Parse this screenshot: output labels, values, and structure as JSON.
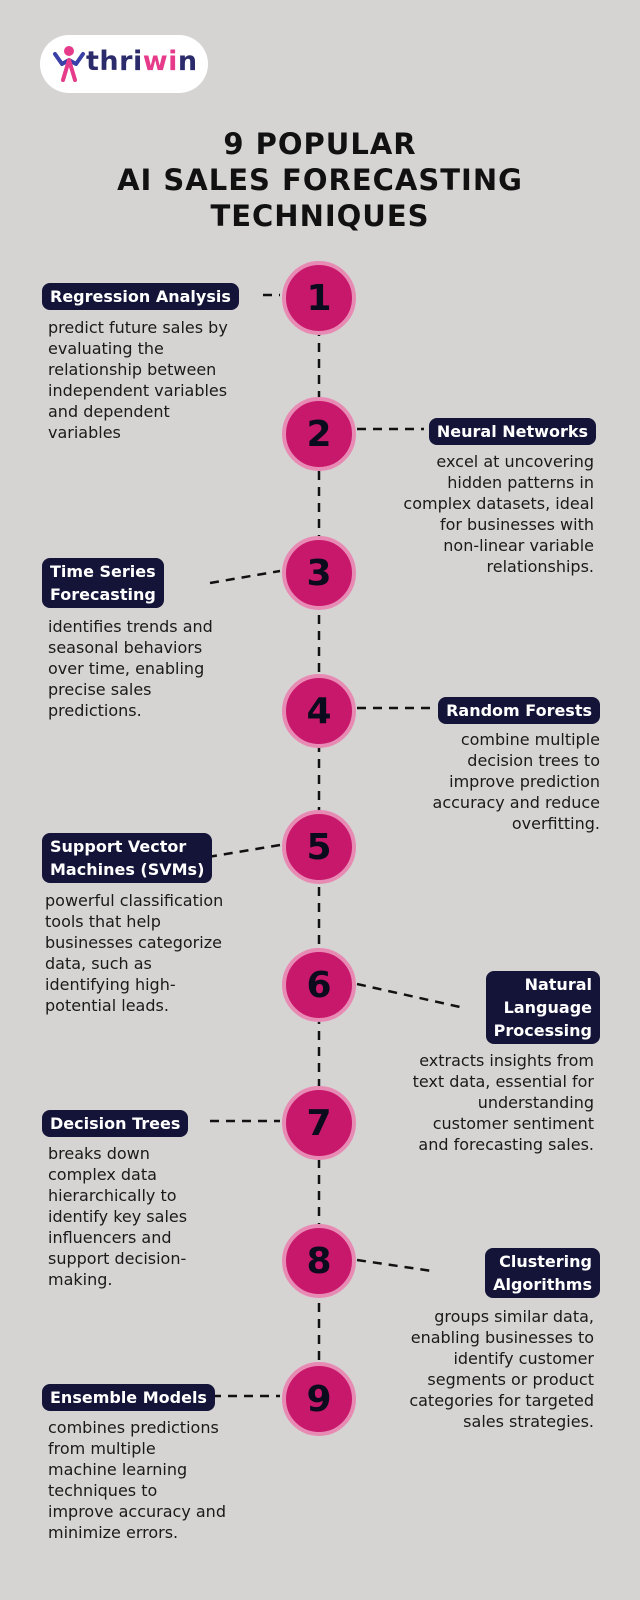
{
  "logo": {
    "part1": "thri",
    "part2": "wi",
    "part3": "n"
  },
  "title_lines": [
    "9 POPULAR",
    "AI SALES FORECASTING",
    "TECHNIQUES"
  ],
  "items": [
    {
      "number": "1",
      "label": "Regression Analysis",
      "desc": "predict future sales by\nevaluating the\nrelationship between\nindependent variables\nand dependent\nvariables"
    },
    {
      "number": "2",
      "label": "Neural Networks",
      "desc": "excel at uncovering\nhidden patterns in\ncomplex datasets, ideal\nfor businesses with\nnon-linear variable\nrelationships."
    },
    {
      "number": "3",
      "label": "Time Series\nForecasting",
      "desc": "identifies trends and\nseasonal behaviors\nover time, enabling\nprecise sales\npredictions."
    },
    {
      "number": "4",
      "label": "Random Forests",
      "desc": "combine multiple\ndecision trees to\nimprove prediction\naccuracy and reduce\noverfitting."
    },
    {
      "number": "5",
      "label": "Support Vector\nMachines (SVMs)",
      "desc": "powerful classification\ntools that help\nbusinesses categorize\ndata, such as\nidentifying high-\npotential leads."
    },
    {
      "number": "6",
      "label": "Natural\nLanguage\nProcessing",
      "desc": "extracts insights from\ntext data, essential for\nunderstanding\ncustomer sentiment\nand forecasting sales."
    },
    {
      "number": "7",
      "label": "Decision Trees",
      "desc": "breaks down\ncomplex data\nhierarchically to\nidentify key sales\ninfluencers and\nsupport decision-\nmaking."
    },
    {
      "number": "8",
      "label": "Clustering\nAlgorithms",
      "desc": "groups similar data,\nenabling businesses to\nidentify customer\nsegments or product\ncategories for targeted\nsales strategies."
    },
    {
      "number": "9",
      "label": "Ensemble Models",
      "desc": "combines predictions\nfrom multiple\nmachine learning\ntechniques to\nimprove accuracy and\nminimize errors."
    }
  ]
}
